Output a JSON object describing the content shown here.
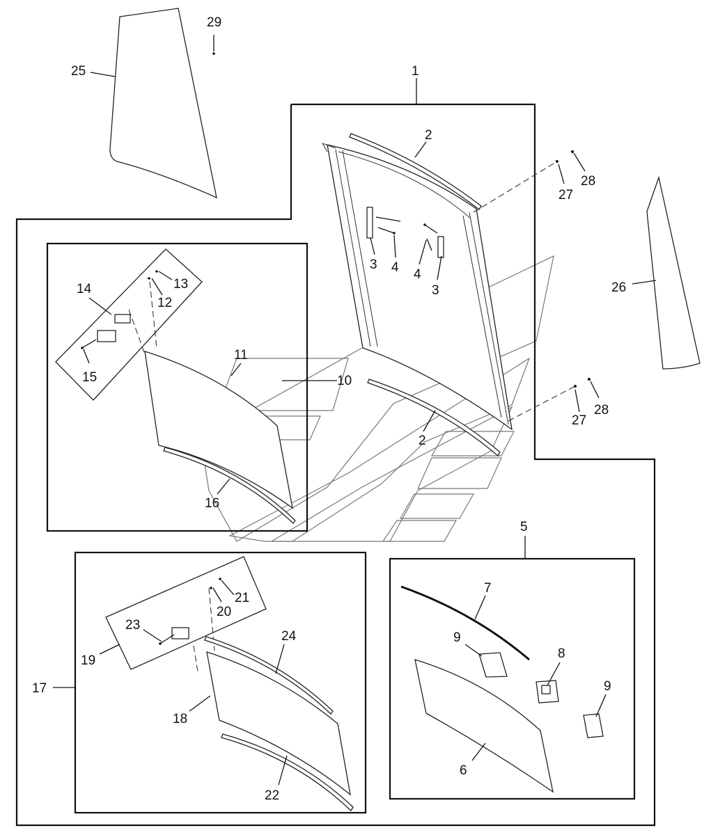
{
  "diagram": {
    "callouts": {
      "c1": "1",
      "c2a": "2",
      "c2b": "2",
      "c3a": "3",
      "c3b": "3",
      "c4a": "4",
      "c4b": "4",
      "c5": "5",
      "c6": "6",
      "c7": "7",
      "c8": "8",
      "c9a": "9",
      "c9b": "9",
      "c10": "10",
      "c11": "11",
      "c12": "12",
      "c13": "13",
      "c14": "14",
      "c15": "15",
      "c16": "16",
      "c17": "17",
      "c18": "18",
      "c19": "19",
      "c20": "20",
      "c21": "21",
      "c22": "22",
      "c23": "23",
      "c24": "24",
      "c25": "25",
      "c26": "26",
      "c27a": "27",
      "c27b": "27",
      "c28a": "28",
      "c28b": "28",
      "c29": "29"
    }
  }
}
